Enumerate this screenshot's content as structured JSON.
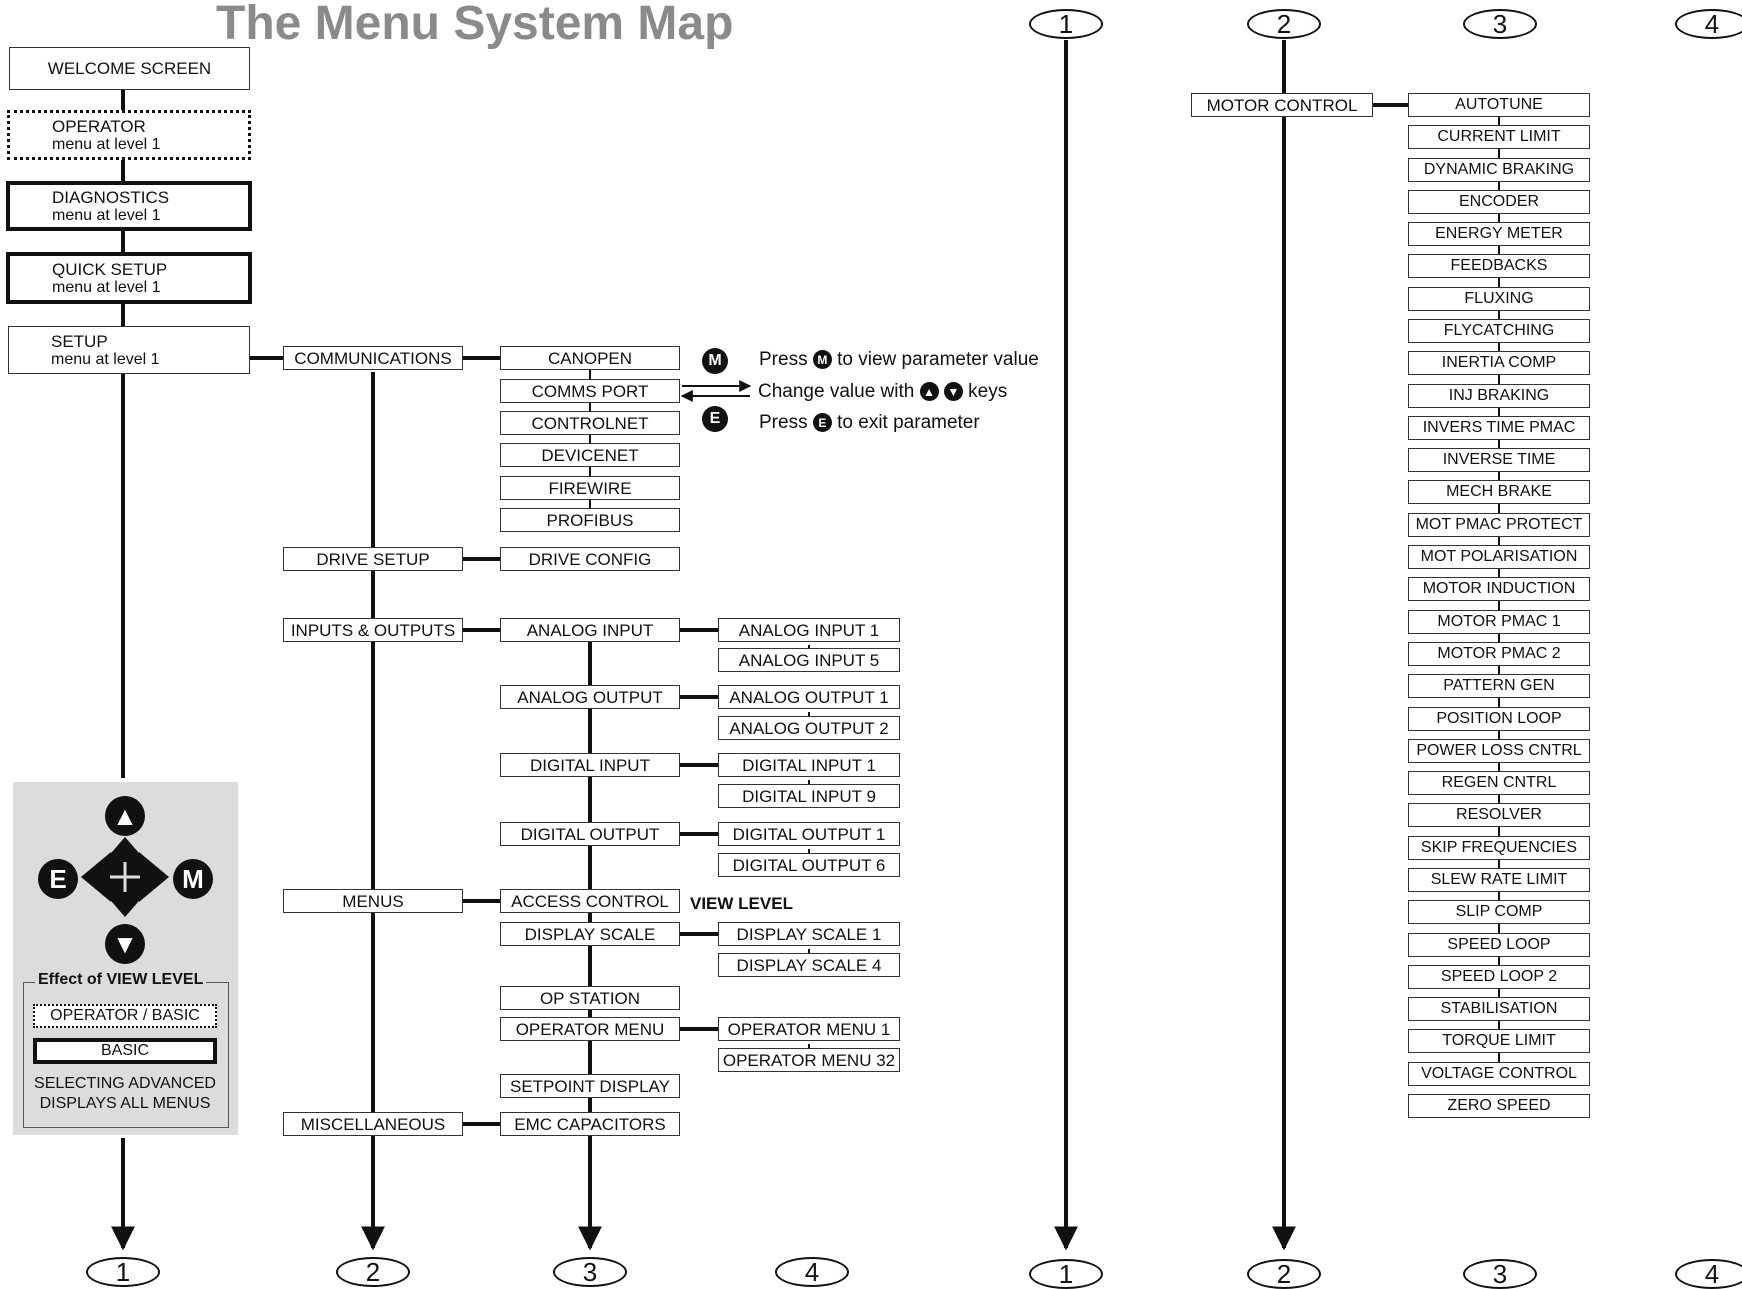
{
  "title": "The Menu System Map",
  "top_menus": [
    {
      "key": "welcome",
      "label": "WELCOME SCREEN",
      "sub": "",
      "style": "solid"
    },
    {
      "key": "operator",
      "label": "OPERATOR",
      "sub": "menu at level 1",
      "style": "dotted"
    },
    {
      "key": "diagnostics",
      "label": "DIAGNOSTICS",
      "sub": "menu at level 1",
      "style": "thick"
    },
    {
      "key": "quick_setup",
      "label": "QUICK SETUP",
      "sub": "menu at level 1",
      "style": "thick"
    },
    {
      "key": "setup",
      "label": "SETUP",
      "sub": "menu at level 1",
      "style": "solid"
    }
  ],
  "level2": [
    {
      "key": "communications",
      "label": "COMMUNICATIONS"
    },
    {
      "key": "drive_setup",
      "label": "DRIVE SETUP"
    },
    {
      "key": "inputs_outputs",
      "label": "INPUTS & OUTPUTS"
    },
    {
      "key": "menus",
      "label": "MENUS"
    },
    {
      "key": "miscellaneous",
      "label": "MISCELLANEOUS"
    }
  ],
  "level3": [
    {
      "key": "canopen",
      "label": "CANOPEN"
    },
    {
      "key": "comms_port",
      "label": "COMMS PORT"
    },
    {
      "key": "controlnet",
      "label": "CONTROLNET"
    },
    {
      "key": "devicenet",
      "label": "DEVICENET"
    },
    {
      "key": "firewire",
      "label": "FIREWIRE"
    },
    {
      "key": "profibus",
      "label": "PROFIBUS"
    },
    {
      "key": "drive_config",
      "label": "DRIVE CONFIG"
    },
    {
      "key": "analog_input",
      "label": "ANALOG INPUT"
    },
    {
      "key": "analog_output",
      "label": "ANALOG OUTPUT"
    },
    {
      "key": "digital_input",
      "label": "DIGITAL INPUT"
    },
    {
      "key": "digital_output",
      "label": "DIGITAL OUTPUT"
    },
    {
      "key": "access_control",
      "label": "ACCESS CONTROL"
    },
    {
      "key": "display_scale",
      "label": "DISPLAY SCALE"
    },
    {
      "key": "op_station",
      "label": "OP STATION"
    },
    {
      "key": "operator_menu",
      "label": "OPERATOR MENU"
    },
    {
      "key": "setpoint_display",
      "label": "SETPOINT DISPLAY"
    },
    {
      "key": "emc_capacitors",
      "label": "EMC CAPACITORS"
    }
  ],
  "level4": [
    {
      "key": "ai1",
      "label": "ANALOG INPUT 1"
    },
    {
      "key": "ai5",
      "label": "ANALOG INPUT 5"
    },
    {
      "key": "ao1",
      "label": "ANALOG OUTPUT 1"
    },
    {
      "key": "ao2",
      "label": "ANALOG OUTPUT 2"
    },
    {
      "key": "di1",
      "label": "DIGITAL INPUT 1"
    },
    {
      "key": "di9",
      "label": "DIGITAL INPUT 9"
    },
    {
      "key": "do1",
      "label": "DIGITAL OUTPUT 1"
    },
    {
      "key": "do6",
      "label": "DIGITAL OUTPUT 6"
    },
    {
      "key": "ds1",
      "label": "DISPLAY SCALE 1"
    },
    {
      "key": "ds4",
      "label": "DISPLAY SCALE 4"
    },
    {
      "key": "om1",
      "label": "OPERATOR MENU 1"
    },
    {
      "key": "om32",
      "label": "OPERATOR MENU 32"
    }
  ],
  "view_level_label": "VIEW LEVEL",
  "instructions": {
    "press_m_pre": "Press",
    "press_m_post": "to view parameter value",
    "change_pre": "Change value with",
    "change_post": "keys",
    "press_e_pre": "Press",
    "press_e_post": "to exit parameter",
    "m_key": "M",
    "e_key": "E"
  },
  "legend": {
    "title": "Effect of VIEW LEVEL",
    "dotted_label": "OPERATOR / BASIC",
    "solid_label": "BASIC",
    "note_line1": "SELECTING ADVANCED",
    "note_line2": "DISPLAYS ALL MENUS",
    "key_e": "E",
    "key_m": "M",
    "key_up": "▲",
    "key_down": "▼"
  },
  "motor_control": {
    "label": "MOTOR CONTROL",
    "items": [
      "AUTOTUNE",
      "CURRENT LIMIT",
      "DYNAMIC BRAKING",
      "ENCODER",
      "ENERGY METER",
      "FEEDBACKS",
      "FLUXING",
      "FLYCATCHING",
      "INERTIA COMP",
      "INJ BRAKING",
      "INVERS TIME PMAC",
      "INVERSE TIME",
      "MECH BRAKE",
      "MOT PMAC PROTECT",
      "MOT POLARISATION",
      "MOTOR INDUCTION",
      "MOTOR PMAC 1",
      "MOTOR PMAC 2",
      "PATTERN GEN",
      "POSITION LOOP",
      "POWER LOSS CNTRL",
      "REGEN CNTRL",
      "RESOLVER",
      "SKIP FREQUENCIES",
      "SLEW RATE LIMIT",
      "SLIP COMP",
      "SPEED LOOP",
      "SPEED LOOP 2",
      "STABILISATION",
      "TORQUE LIMIT",
      "VOLTAGE CONTROL",
      "ZERO SPEED"
    ]
  },
  "connectors": {
    "top": [
      "1",
      "2",
      "3",
      "4"
    ],
    "bottom_left": [
      "1",
      "2",
      "3",
      "4"
    ],
    "bottom_right": [
      "1",
      "2",
      "3",
      "4"
    ]
  }
}
